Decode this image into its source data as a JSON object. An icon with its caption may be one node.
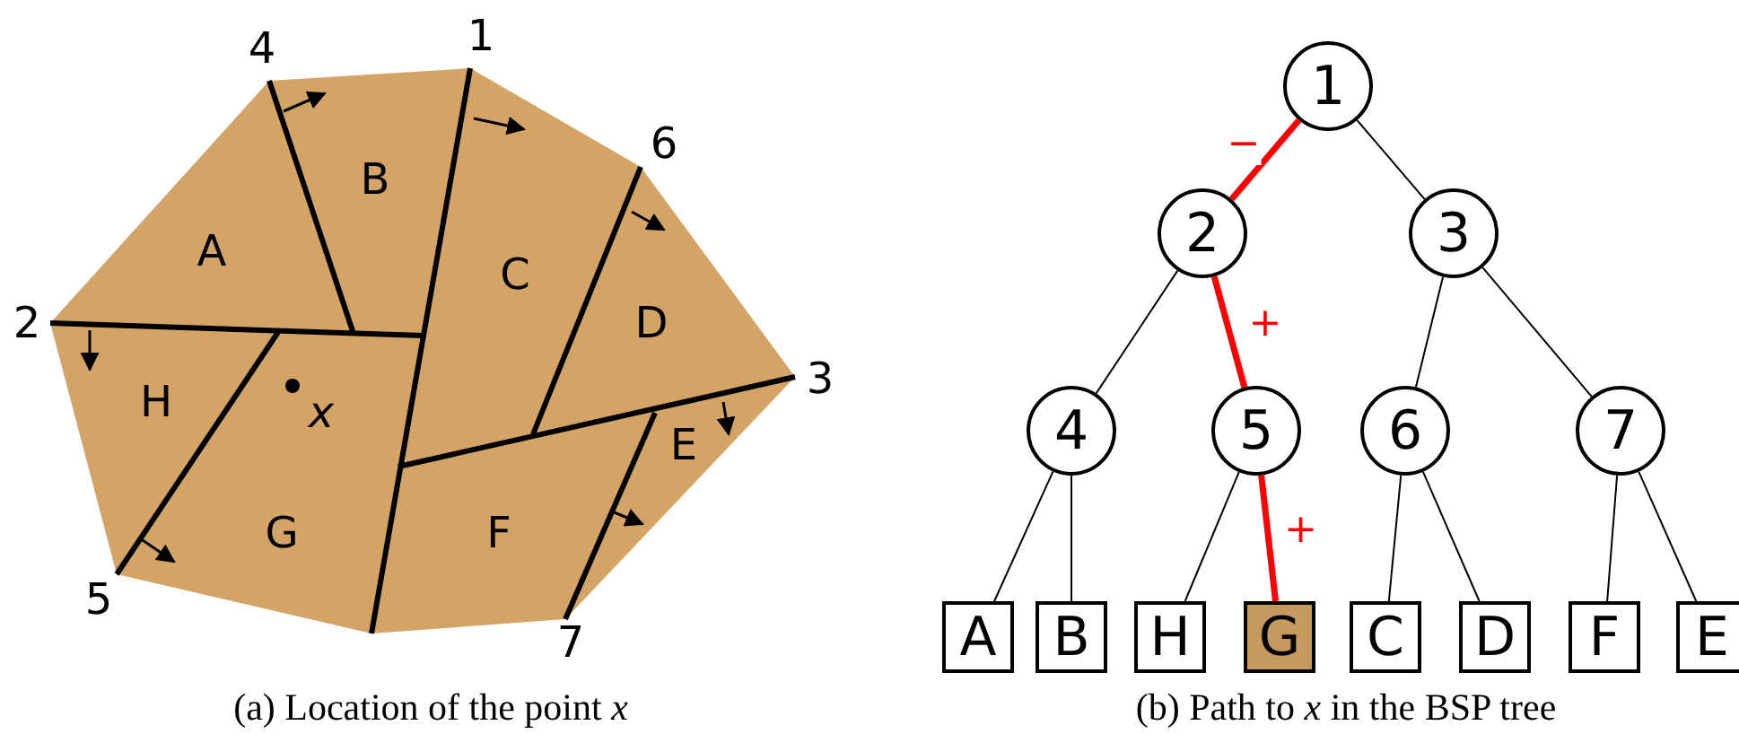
{
  "diagram": {
    "nodes": [
      {
        "text": [
          "1"
        ]
      },
      {
        "text": [
          "2"
        ]
      },
      {
        "text": [
          "3"
        ]
      },
      {
        "text": [
          "4"
        ]
      },
      {
        "text": [
          "5"
        ]
      },
      {
        "text": [
          "6"
        ]
      },
      {
        "text": [
          "7"
        ]
      },
      {
        "text": [
          "A"
        ]
      },
      {
        "text": [
          "B"
        ]
      },
      {
        "text": [
          "H"
        ]
      },
      {
        "text": [
          "G"
        ]
      },
      {
        "text": [
          "C"
        ]
      },
      {
        "text": [
          "D"
        ]
      },
      {
        "text": [
          "F"
        ]
      },
      {
        "text": [
          "E"
        ]
      }
    ],
    "edges": [
      {
        "from": 0,
        "to": 1,
        "arrow": "none",
        "label": "−",
        "style": "thick",
        "color": "#ff0000"
      },
      {
        "from": 0,
        "to": 2,
        "arrow": "none"
      },
      {
        "from": 1,
        "to": 3,
        "arrow": "none"
      },
      {
        "from": 1,
        "to": 4,
        "arrow": "none",
        "label": "+",
        "style": "thick",
        "color": "#ff0000"
      },
      {
        "from": 2,
        "to": 5,
        "arrow": "none"
      },
      {
        "from": 2,
        "to": 6,
        "arrow": "none"
      },
      {
        "from": 3,
        "to": 7,
        "arrow": "none"
      },
      {
        "from": 3,
        "to": 8,
        "arrow": "none"
      },
      {
        "from": 4,
        "to": 9,
        "arrow": "none"
      },
      {
        "from": 4,
        "to": 10,
        "arrow": "none",
        "label": "+",
        "style": "thick",
        "color": "#ff0000"
      },
      {
        "from": 5,
        "to": 11,
        "arrow": "none"
      },
      {
        "from": 5,
        "to": 12,
        "arrow": "none"
      },
      {
        "from": 6,
        "to": 13,
        "arrow": "none"
      },
      {
        "from": 6,
        "to": 14,
        "arrow": "none"
      }
    ],
    "labels": [
      "4",
      "1",
      "6",
      "B",
      "A",
      "C",
      "D",
      "2",
      "3",
      "H",
      "x",
      "E",
      "G",
      "F",
      "5",
      "7",
      "(a) Location of the point *x*",
      "(b) Path to *x* in the BSP tree"
    ]
  }
}
